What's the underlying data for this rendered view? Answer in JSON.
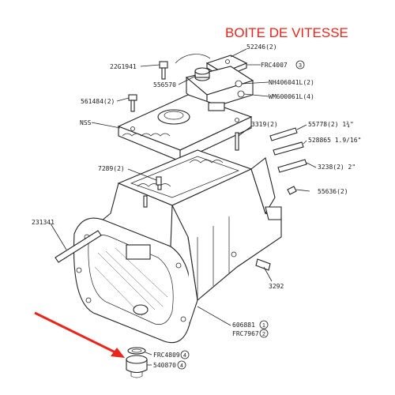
{
  "title": "BOITE DE VITESSE",
  "colors": {
    "title": "#e8261c",
    "arrow": "#e8261c",
    "line": "#222222"
  },
  "labels": {
    "p52246": "52246(2)",
    "p22G1941": "22G1941",
    "pFRC4007": "FRC4007",
    "pFRC4007_circle": "3",
    "p556570": "556570",
    "pNH406041L": "NH406041L(2)",
    "p561484": "561484(2)",
    "pWM600061L": "WM600061L(4)",
    "pNSS": "NSS",
    "p3319": "3319(2)",
    "p55778": "55778(2) 1¾\"",
    "p528865": "528865 1.9/16\"",
    "p7289": "7289(2)",
    "p3238": "3238(2) 2\"",
    "p55636": "55636(2)",
    "p231341": "231341",
    "p3292": "3292",
    "p606881": "606881",
    "p606881_circle": "1",
    "pFRC7967": "FRC7967",
    "pFRC7967_circle": "2",
    "pFRC4809": "FRC4809",
    "pFRC4809_circle": "4",
    "p540870": "540870",
    "p540870_circle": "4"
  }
}
